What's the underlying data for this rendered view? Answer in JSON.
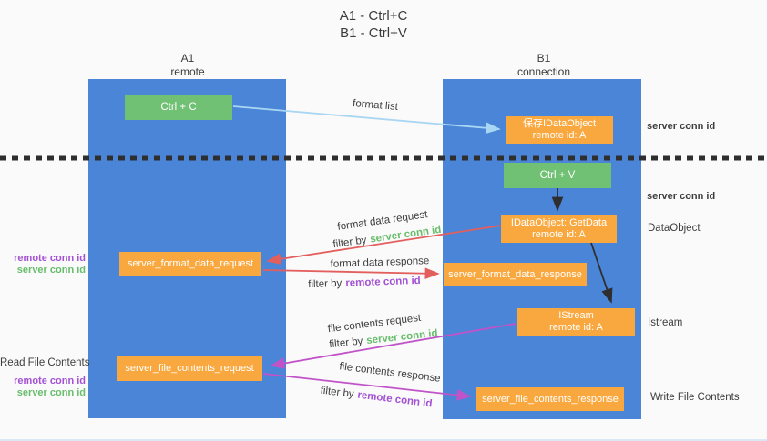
{
  "title": {
    "line1": "A1 - Ctrl+C",
    "line2": "B1 - Ctrl+V"
  },
  "lanes": {
    "left": {
      "name": "A1",
      "subtitle": "remote"
    },
    "right": {
      "name": "B1",
      "subtitle": "connection"
    }
  },
  "nodes": {
    "ctrl_c": {
      "label": "Ctrl + C"
    },
    "save_dataobject": {
      "line1": "保存IDataObject",
      "line2": "remote id: A"
    },
    "ctrl_v": {
      "label": "Ctrl + V"
    },
    "getdata": {
      "line1": "IDataObject::GetData",
      "line2": "remote id: A"
    },
    "istream": {
      "line1": "IStream",
      "line2": "remote id: A"
    },
    "format_request": {
      "label": "server_format_data_request"
    },
    "format_response": {
      "label": "server_format_data_response"
    },
    "file_request": {
      "label": "server_file_contents_request"
    },
    "file_response": {
      "label": "server_file_contents_response"
    }
  },
  "edge_labels": {
    "format_list": "format list",
    "format_data_request": "format data request",
    "format_data_response": "format data response",
    "file_contents_request": "file contents request",
    "file_contents_response": "file contents response",
    "filter_by": "filter by",
    "server_conn_id": "server conn id",
    "remote_conn_id": "remote conn id"
  },
  "side_labels": {
    "server_conn_id": "server conn id",
    "remote_conn_id": "remote conn id",
    "dataobject": "DataObject",
    "istream": "Istream",
    "read_file_contents": "Read File Contents",
    "write_file_contents": "Write File Contents"
  },
  "colors": {
    "lane_blue": "#4a85d8",
    "node_green": "#70c173",
    "node_orange": "#f9a83f",
    "arrow_red": "#e25f5e",
    "arrow_magenta": "#c153c8",
    "arrow_lightblue": "#a9d6f2",
    "arrow_black": "#2e2e2e",
    "text_green": "#67bd6b",
    "text_purple": "#a352d4",
    "text_dark": "#3d3d3d",
    "background": "#fafafa"
  }
}
